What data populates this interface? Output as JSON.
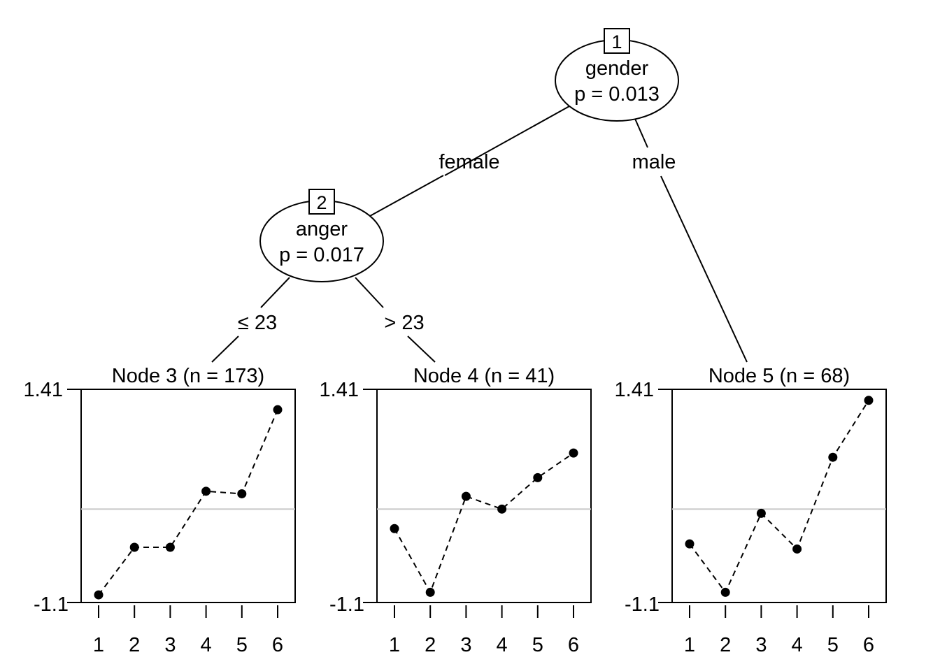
{
  "tree": {
    "inner_nodes": [
      {
        "id": "1",
        "variable": "gender",
        "p_value": "p = 0.013"
      },
      {
        "id": "2",
        "variable": "anger",
        "p_value": "p = 0.017"
      }
    ],
    "edges": [
      {
        "from": "1",
        "to": "2",
        "label": "female"
      },
      {
        "from": "1",
        "to": "5",
        "label": "male"
      },
      {
        "from": "2",
        "to": "3",
        "label": "≤ 23"
      },
      {
        "from": "2",
        "to": "4",
        "label": "> 23"
      }
    ]
  },
  "chart_data": [
    {
      "type": "line",
      "title": "Node 3 (n = 173)",
      "x": [
        1,
        2,
        3,
        4,
        5,
        6
      ],
      "y": [
        -1.01,
        -0.45,
        -0.45,
        0.21,
        0.18,
        1.17
      ],
      "ylim": [
        -1.1,
        1.41
      ],
      "ytick_labels": [
        "1.41",
        "-1.1"
      ],
      "xtick_labels": [
        "1",
        "2",
        "3",
        "4",
        "5",
        "6"
      ],
      "reference_line": 0
    },
    {
      "type": "line",
      "title": "Node 4 (n = 41)",
      "x": [
        1,
        2,
        3,
        4,
        5,
        6
      ],
      "y": [
        -0.23,
        -0.98,
        0.15,
        0.0,
        0.37,
        0.66
      ],
      "ylim": [
        -1.1,
        1.41
      ],
      "ytick_labels": [
        "1.41",
        "-1.1"
      ],
      "xtick_labels": [
        "1",
        "2",
        "3",
        "4",
        "5",
        "6"
      ],
      "reference_line": 0
    },
    {
      "type": "line",
      "title": "Node 5 (n = 68)",
      "x": [
        1,
        2,
        3,
        4,
        5,
        6
      ],
      "y": [
        -0.41,
        -0.98,
        -0.05,
        -0.47,
        0.61,
        1.28
      ],
      "ylim": [
        -1.1,
        1.41
      ],
      "ytick_labels": [
        "1.41",
        "-1.1"
      ],
      "xtick_labels": [
        "1",
        "2",
        "3",
        "4",
        "5",
        "6"
      ],
      "reference_line": 0
    }
  ]
}
